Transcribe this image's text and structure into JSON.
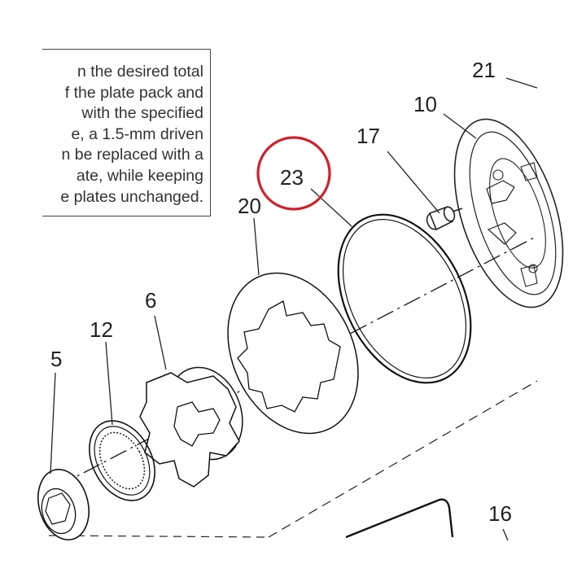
{
  "note": {
    "lines": [
      "n the desired total",
      "f the plate pack and",
      "with the specified",
      "e, a 1.5-mm driven",
      "n be replaced with a",
      "ate, while keeping",
      "e plates unchanged."
    ]
  },
  "callouts": {
    "c21": "21",
    "c10": "10",
    "c17": "17",
    "c23": "23",
    "c20": "20",
    "c6": "6",
    "c12": "12",
    "c5": "5",
    "c16": "16"
  },
  "colors": {
    "highlight": "#d0202a",
    "ink": "#222222"
  }
}
